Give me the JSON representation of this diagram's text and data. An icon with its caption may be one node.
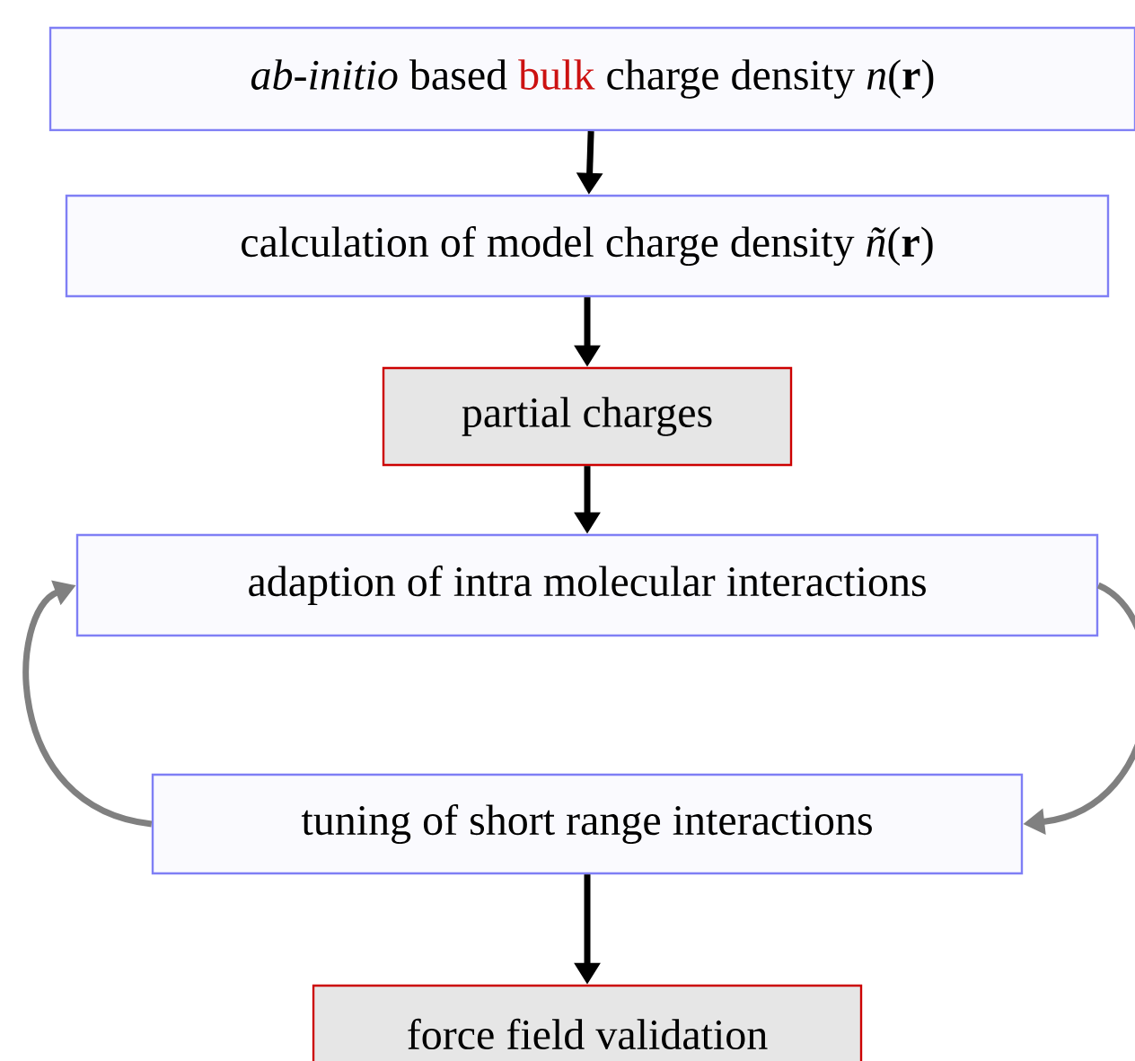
{
  "diagram": {
    "nodes": [
      {
        "text": [
          "*ab-initio* based",
          "bulk",
          "charge density *n*(**r**)"
        ]
      },
      {
        "text": [
          "calculation of model charge density *ñ*(**r**)"
        ]
      },
      {
        "text": [
          "partial charges"
        ]
      },
      {
        "text": [
          "adaption of intra molecular interactions"
        ]
      },
      {
        "text": [
          "tuning of short range interactions"
        ]
      },
      {
        "text": [
          "force field validation"
        ]
      }
    ],
    "edges": [
      {
        "from": 0,
        "to": 1,
        "arrow": "to"
      },
      {
        "from": 1,
        "to": 2,
        "arrow": "to"
      },
      {
        "from": 2,
        "to": 3,
        "arrow": "to"
      },
      {
        "from": 3,
        "to": 4,
        "arrow": "to",
        "color": "#808080"
      },
      {
        "from": 4,
        "to": 3,
        "arrow": "to",
        "color": "#808080"
      },
      {
        "from": 4,
        "to": 5,
        "arrow": "to"
      }
    ]
  }
}
